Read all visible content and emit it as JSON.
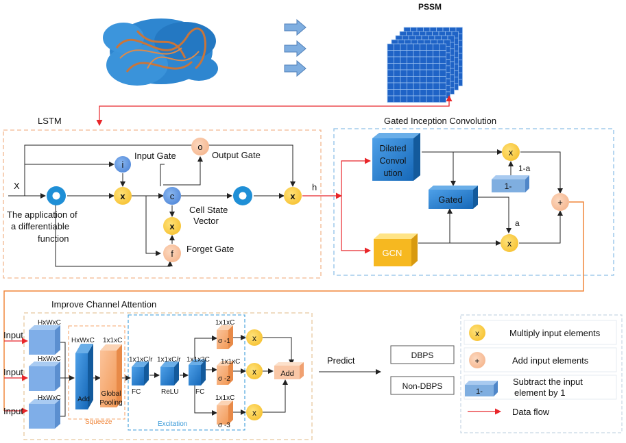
{
  "top": {
    "pssm_label": "PSSM"
  },
  "lstm": {
    "title": "LSTM",
    "x_label": "X",
    "h_label": "h",
    "input_gate": "Input Gate",
    "output_gate": "Output Gate",
    "forget_gate": "Forget Gate",
    "cell_state_line1": "Cell State",
    "cell_state_line2": "Vector",
    "diff_line1": "The application of",
    "diff_line2": "a differentiable",
    "diff_line3": "function",
    "node_i": "i",
    "node_o": "o",
    "node_c": "c",
    "node_f": "f",
    "node_x": "x"
  },
  "gic": {
    "title": "Gated Inception Convolution",
    "dilated_line1": "Dilated",
    "dilated_line2": "Convol",
    "dilated_line3": "ution",
    "gcn": "GCN",
    "gated": "Gated",
    "one_minus": "1-",
    "label_1a": "1-a",
    "label_a": "a",
    "node_x": "x",
    "node_plus": "+"
  },
  "ica": {
    "title": "Improve Channel Attention",
    "input": "Input",
    "hwc": "HxWxC",
    "add": "Add",
    "global_line1": "Global",
    "global_line2": "Pooling",
    "c11": "1x1xC",
    "c11r": "1x1xC/r",
    "c113": "1x1x3C",
    "fc": "FC",
    "relu": "ReLU",
    "sigma1": "σ -1",
    "sigma2": "σ -2",
    "sigma3": "σ -3",
    "squeeze": "Squeeze",
    "excitation": "Excitation",
    "node_x": "x"
  },
  "output": {
    "predict": "Predict",
    "dbps": "DBPS",
    "non_dbps": "Non-DBPS"
  },
  "legend": {
    "x_symbol": "x",
    "plus_symbol": "+",
    "one_minus": "1-",
    "multiply": "Multiply input elements",
    "add": "Add input elements",
    "subtract_line1": "Subtract the input",
    "subtract_line2": "element by 1",
    "data_flow": "Data flow"
  },
  "colors": {
    "yellow": "#FFD24D",
    "peach": "#F9C7A6",
    "blue": "#1F78C8",
    "blue_light": "#7FAEE0",
    "orange": "#F5A46B",
    "red_arrow": "#E8262A",
    "orange_line": "#F0863A",
    "lstm_border": "#F2B78F",
    "gic_border": "#8FC1E8"
  }
}
